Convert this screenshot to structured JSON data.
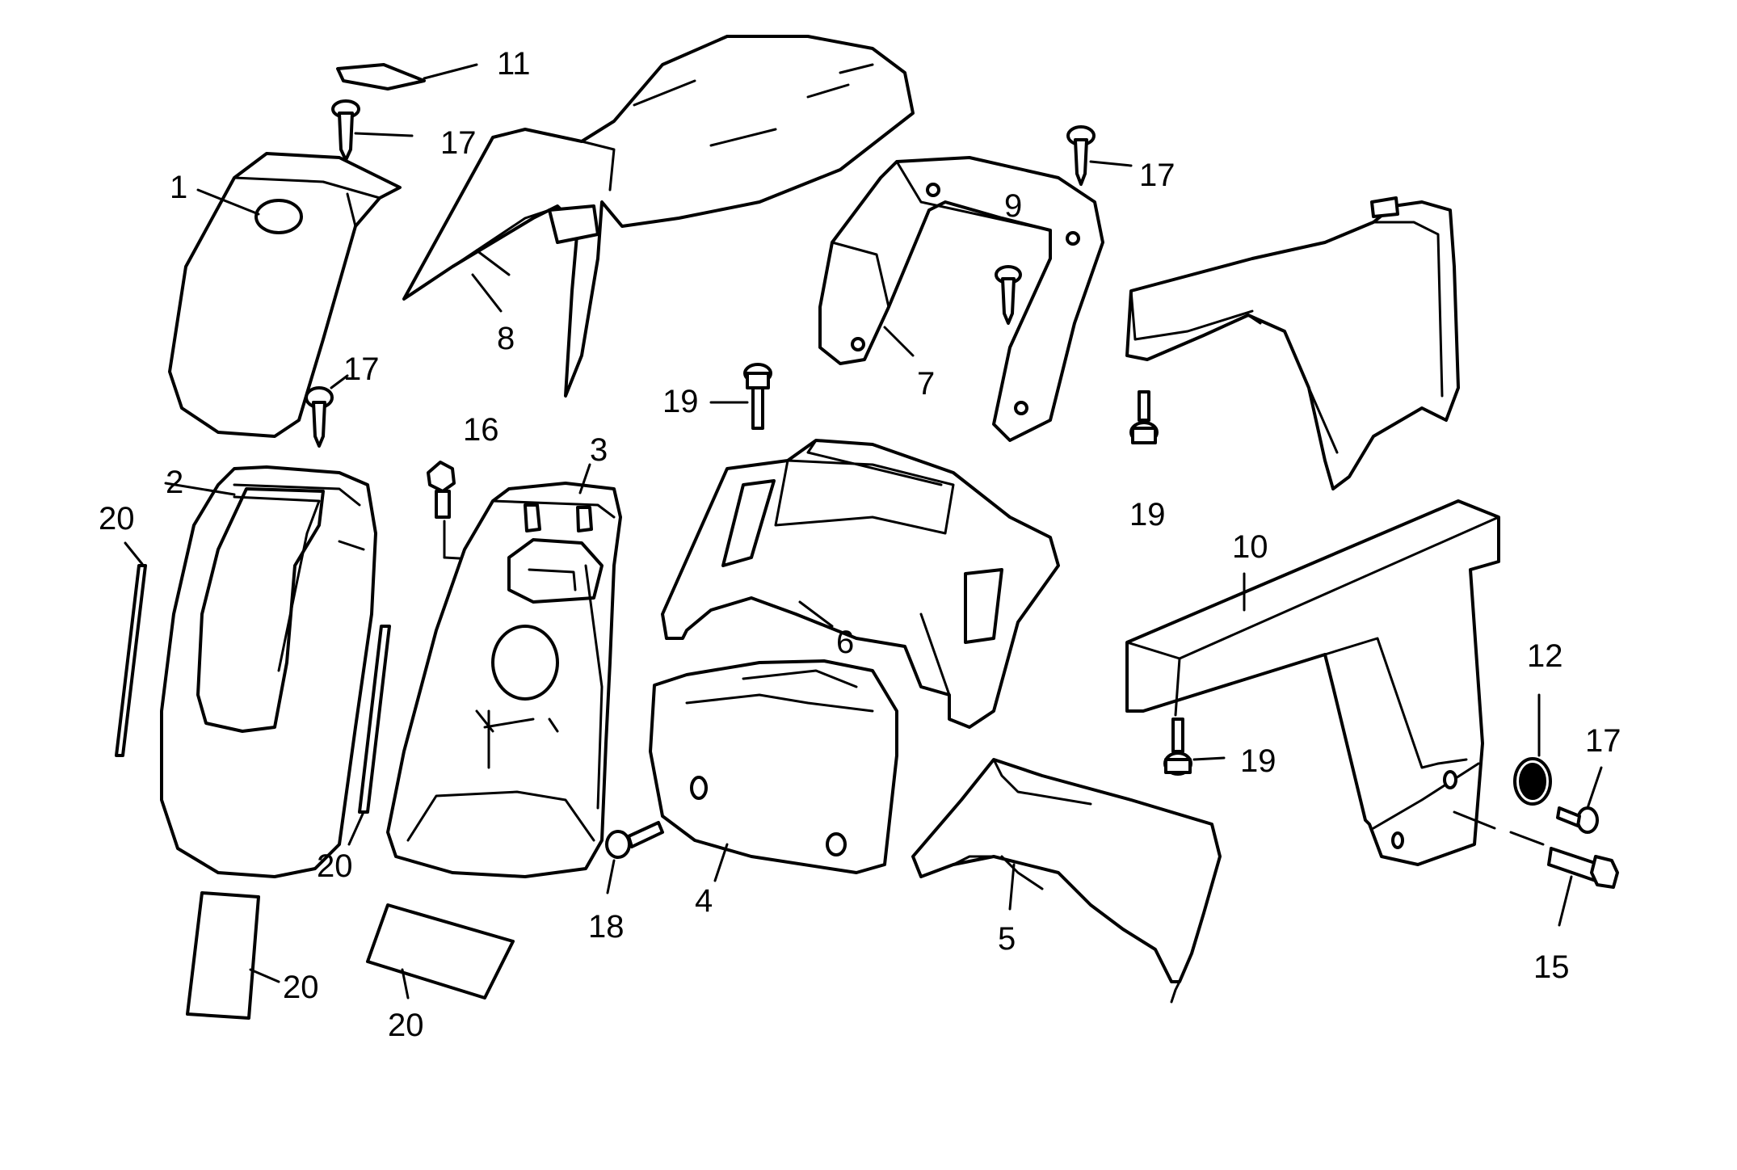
{
  "diagram": {
    "labels": {
      "p1": "1",
      "p2": "2",
      "p3": "3",
      "p4": "4",
      "p5": "5",
      "p6": "6",
      "p7": "7",
      "p8": "8",
      "p9": "9",
      "p10": "10",
      "p11": "11",
      "p12": "12",
      "p15": "15",
      "p16": "16",
      "p17a": "17",
      "p17b": "17",
      "p17c": "17",
      "p17d": "17",
      "p18": "18",
      "p19a": "19",
      "p19b": "19",
      "p19c": "19",
      "p20a": "20",
      "p20b": "20",
      "p20c": "20",
      "p20d": "20"
    }
  }
}
